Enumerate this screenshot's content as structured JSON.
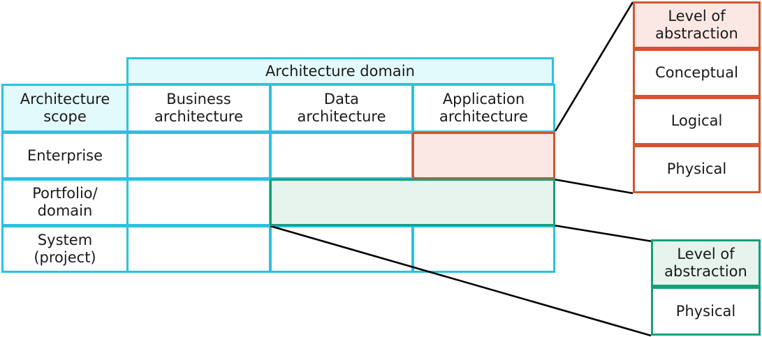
{
  "diagram": {
    "matrix": {
      "domain_header": "Architecture domain",
      "scope_header": "Architecture\nscope",
      "columns": [
        "Business\narchitecture",
        "Data\narchitecture",
        "Application\narchitecture"
      ],
      "rows": [
        "Enterprise",
        "Portfolio/\ndomain",
        "System\n(project)"
      ]
    },
    "callouts": [
      {
        "id": "enterprise-application",
        "accent": "#d2552f",
        "title": "Level of\nabstraction",
        "items": [
          "Conceptual",
          "Logical",
          "Physical"
        ]
      },
      {
        "id": "portfolio-domain-band",
        "accent": "#16a07a",
        "title": "Level of\nabstraction",
        "items": [
          "Physical"
        ]
      }
    ]
  }
}
